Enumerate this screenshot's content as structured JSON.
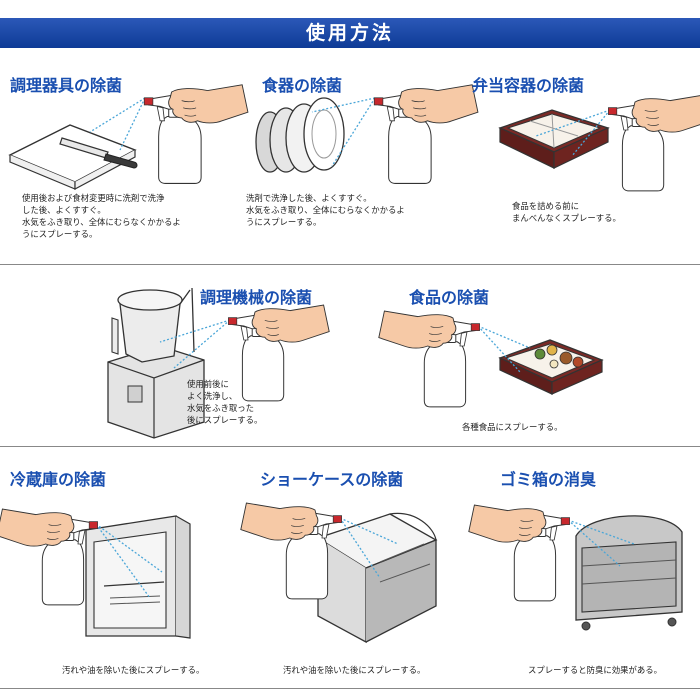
{
  "header": {
    "title": "使用方法"
  },
  "panels": {
    "cookware": {
      "title": "調理器具の除菌",
      "lines": [
        "使用後および食材変更時に洗剤で洗浄",
        "した後、よくすすぐ。",
        "水気をふき取り、全体にむらなくかかるよ",
        "うにスプレーする。"
      ]
    },
    "dishes": {
      "title": "食器の除菌",
      "lines": [
        "洗剤で洗浄した後、よくすすぐ。",
        "水気をふき取り、全体にむらなくかかるよ",
        "うにスプレーする。"
      ]
    },
    "lunchbox": {
      "title": "弁当容器の除菌",
      "lines": [
        "食品を詰める前に",
        "まんべんなくスプレーする。"
      ]
    },
    "machine": {
      "title": "調理機械の除菌",
      "lines": [
        "使用前後に",
        "よく洗浄し、",
        "水気をふき取った",
        "後にスプレーする。"
      ]
    },
    "food": {
      "title": "食品の除菌",
      "lines": [
        "各種食品にスプレーする。"
      ]
    },
    "fridge": {
      "title": "冷蔵庫の除菌",
      "lines": [
        "汚れや油を除いた後にスプレーする。"
      ]
    },
    "showcase": {
      "title": "ショーケースの除菌",
      "lines": [
        "汚れや油を除いた後にスプレーする。"
      ]
    },
    "trash": {
      "title": "ゴミ箱の消臭",
      "lines": [
        "スプレーすると防臭に効果がある。"
      ]
    }
  },
  "colors": {
    "header": "#1a4aa6",
    "title": "#1a4fb0",
    "accent_red": "#c8282d",
    "hand": "#f6c9a6",
    "spray": "#4aa6d8"
  }
}
